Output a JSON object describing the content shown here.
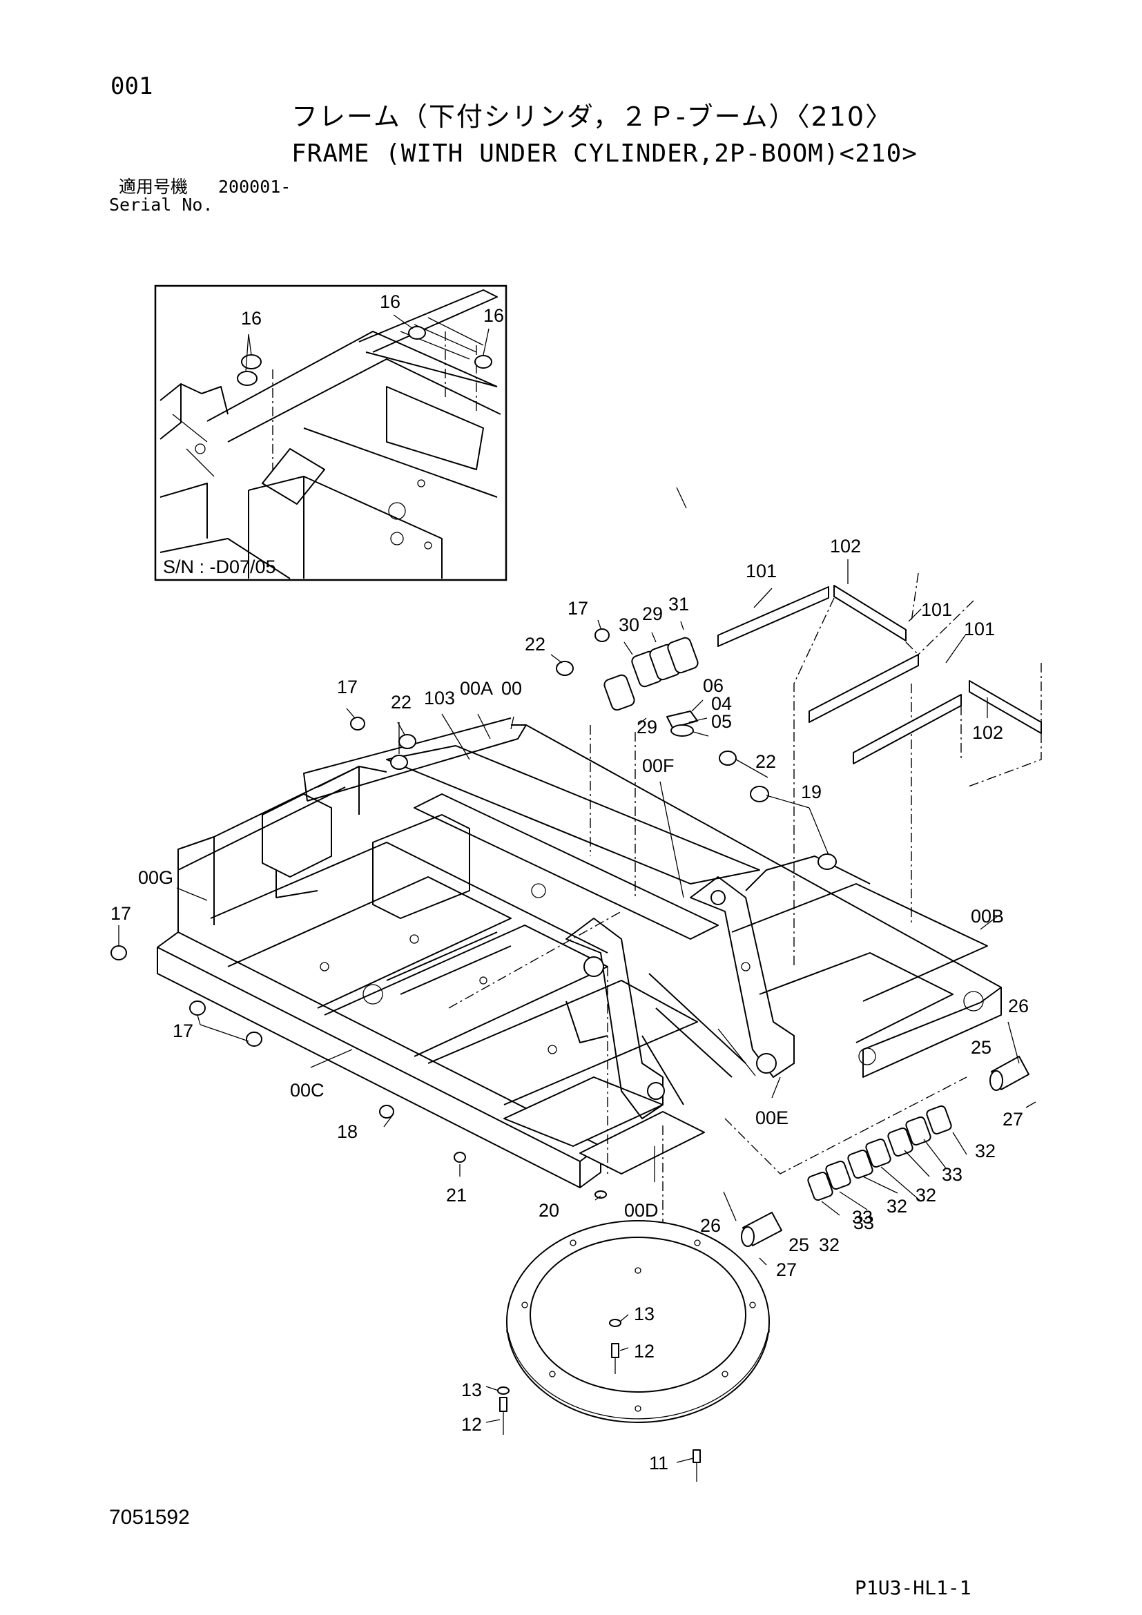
{
  "header": {
    "page_no": "001",
    "title_jp": "フレーム（下付シリンダ，２Ｐ-ブーム）〈210〉",
    "title_en": "FRAME (WITH UNDER CYLINDER,2P-BOOM)<210>",
    "serial_label_jp": "適用号機",
    "serial_value": "200001-",
    "serial_label_en": "Serial No."
  },
  "inset": {
    "caption": "S/N : -D07/05",
    "callouts": [
      "16",
      "16",
      "16"
    ]
  },
  "callouts": [
    "101",
    "102",
    "101",
    "101",
    "102",
    "17",
    "30",
    "29",
    "31",
    "22",
    "06",
    "04",
    "05",
    "29",
    "17",
    "22",
    "103",
    "00A",
    "00",
    "00F",
    "22",
    "19",
    "00G",
    "17",
    "00B",
    "17",
    "26",
    "25",
    "27",
    "00C",
    "00E",
    "18",
    "21",
    "32",
    "33",
    "32",
    "32",
    "33",
    "20",
    "00D",
    "26",
    "25",
    "32",
    "33",
    "27",
    "13",
    "12",
    "13",
    "12",
    "11"
  ],
  "footer": {
    "doc_no": "7051592",
    "page_code": "P1U3-HL1-1"
  }
}
